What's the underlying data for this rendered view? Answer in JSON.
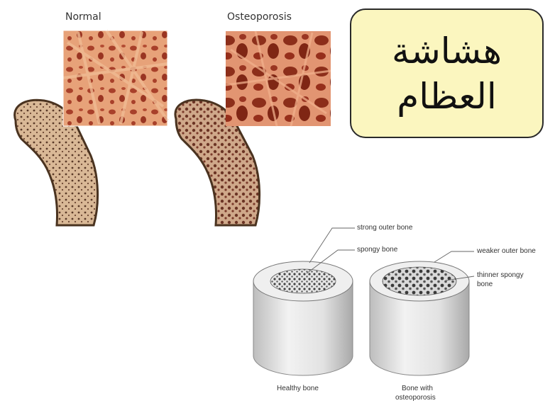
{
  "top": {
    "normal_label": "Normal",
    "osteoporosis_label": "Osteoporosis"
  },
  "title": {
    "line1": "هشاشة",
    "line2": "العظام"
  },
  "cylinders": {
    "strong_outer_bone": "strong outer bone",
    "spongy_bone": "spongy bone",
    "weaker_outer_bone": "weaker outer bone",
    "thinner_spongy_line1": "thinner spongy",
    "thinner_spongy_line2": "bone",
    "healthy_caption": "Healthy bone",
    "osteo_caption_line1": "Bone with",
    "osteo_caption_line2": "osteoporosis"
  },
  "colors": {
    "title_bg": "#fbf6bf",
    "bone_tissue": "#e39a70",
    "bone_dark": "#8c2e1a",
    "femur_outline": "#4a3320"
  }
}
